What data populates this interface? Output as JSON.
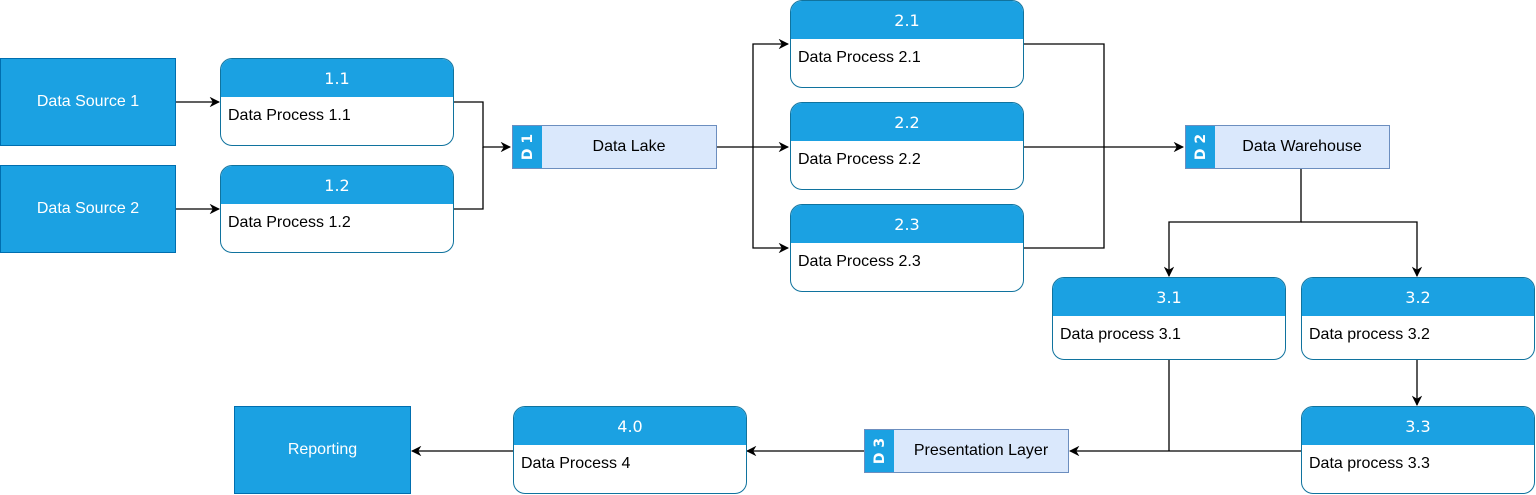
{
  "entities": {
    "source1": "Data Source 1",
    "source2": "Data Source 2",
    "reporting": "Reporting"
  },
  "processes": {
    "p1_1": {
      "id": "1.1",
      "label": "Data Process 1.1"
    },
    "p1_2": {
      "id": "1.2",
      "label": "Data Process 1.2"
    },
    "p2_1": {
      "id": "2.1",
      "label": "Data Process 2.1"
    },
    "p2_2": {
      "id": "2.2",
      "label": "Data Process 2.2"
    },
    "p2_3": {
      "id": "2.3",
      "label": "Data Process 2.3"
    },
    "p3_1": {
      "id": "3.1",
      "label": "Data process 3.1"
    },
    "p3_2": {
      "id": "3.2",
      "label": "Data process 3.2"
    },
    "p3_3": {
      "id": "3.3",
      "label": "Data process 3.3"
    },
    "p4_0": {
      "id": "4.0",
      "label": "Data Process 4"
    }
  },
  "stores": {
    "d1": {
      "tag": "D 1",
      "label": "Data Lake"
    },
    "d2": {
      "tag": "D 2",
      "label": "Data Warehouse"
    },
    "d3": {
      "tag": "D 3",
      "label": "Presentation Layer"
    }
  },
  "colors": {
    "entity_fill": "#1ba1e2",
    "process_header": "#1ba1e2",
    "store_fill": "#dae8fc",
    "store_border": "#6c8ebf",
    "connector": "#000000"
  }
}
